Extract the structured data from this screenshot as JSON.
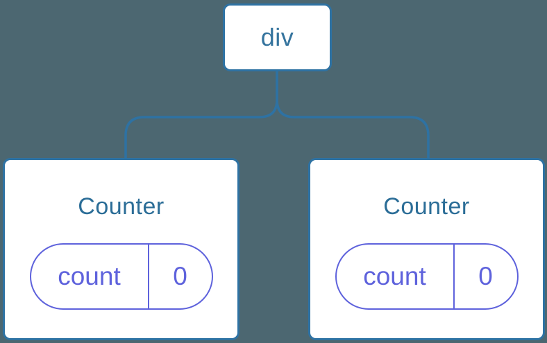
{
  "diagram": {
    "title_semantic": "component-tree",
    "colors": {
      "background": "#4C6771",
      "node_fill": "#FFFFFF",
      "node_border_blue": "#2E72A3",
      "connector_blue": "#2E72A3",
      "root_text_blue": "#35749E",
      "component_text_blue": "#2B6D97",
      "state_purple": "#5E62DC"
    },
    "root": {
      "label": "div"
    },
    "children": [
      {
        "title": "Counter",
        "state": {
          "key": "count",
          "value": "0"
        }
      },
      {
        "title": "Counter",
        "state": {
          "key": "count",
          "value": "0"
        }
      }
    ]
  }
}
